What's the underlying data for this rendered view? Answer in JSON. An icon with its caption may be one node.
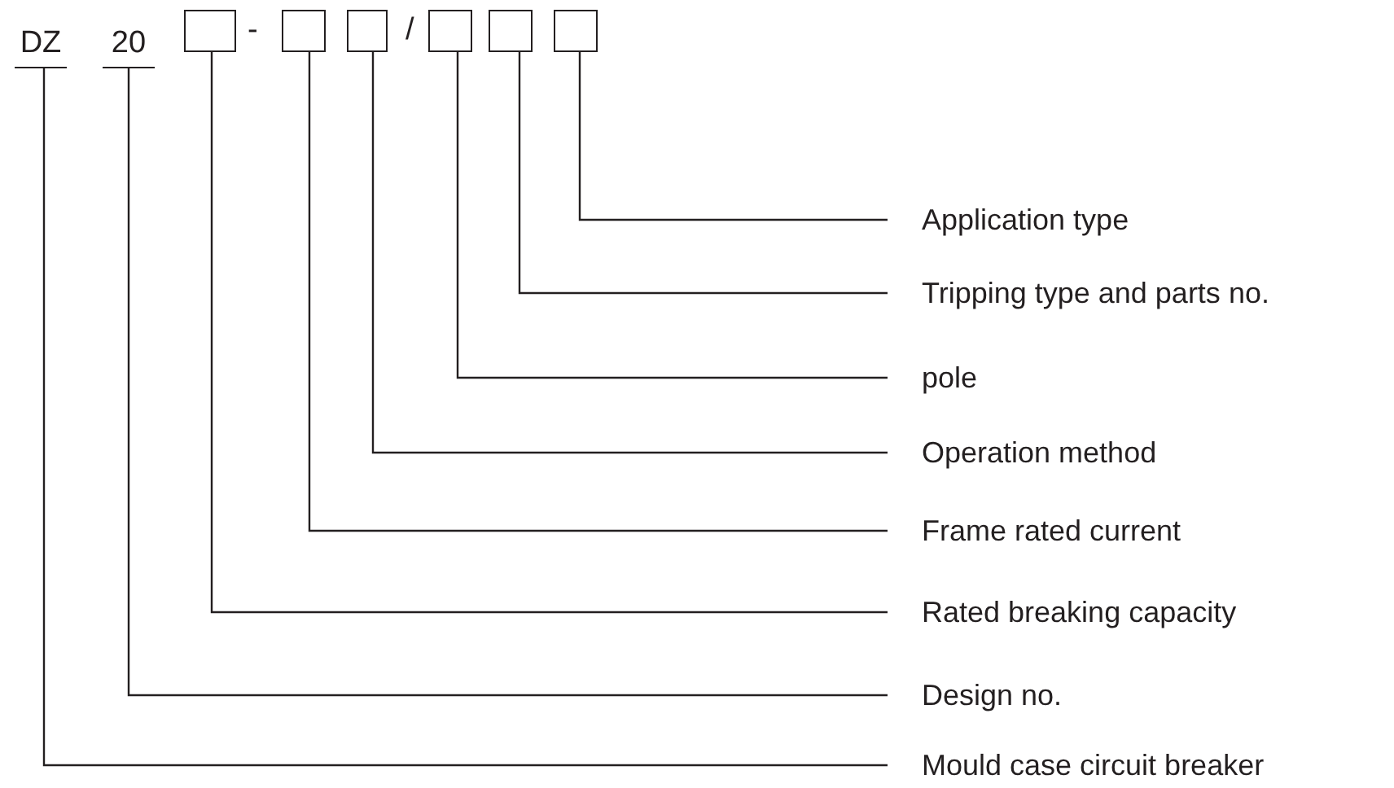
{
  "diagram": {
    "nodes": [
      {
        "text": [
          "DZ"
        ]
      },
      {
        "text": [
          "20"
        ]
      },
      {
        "text": [],
        "shape": "box"
      },
      {
        "text": [],
        "shape": "box"
      },
      {
        "text": [],
        "shape": "box"
      },
      {
        "text": [],
        "shape": "box"
      },
      {
        "text": [],
        "shape": "box"
      },
      {
        "text": [],
        "shape": "box"
      },
      {
        "text": [
          "Application type"
        ]
      },
      {
        "text": [
          "Tripping type and parts no."
        ]
      },
      {
        "text": [
          "pole"
        ]
      },
      {
        "text": [
          "Operation method"
        ]
      },
      {
        "text": [
          "Frame rated current"
        ]
      },
      {
        "text": [
          "Rated breaking capacity"
        ]
      },
      {
        "text": [
          "Design no."
        ]
      },
      {
        "text": [
          "Mould case circuit breaker"
        ]
      }
    ],
    "edges": [
      {
        "from": 8,
        "to": 7,
        "arrow": "none"
      },
      {
        "from": 9,
        "to": 6,
        "arrow": "none"
      },
      {
        "from": 10,
        "to": 5,
        "arrow": "none"
      },
      {
        "from": 11,
        "to": 4,
        "arrow": "none"
      },
      {
        "from": 12,
        "to": 3,
        "arrow": "none"
      },
      {
        "from": 13,
        "to": 2,
        "arrow": "none"
      },
      {
        "from": 14,
        "to": 1,
        "arrow": "none"
      },
      {
        "from": 15,
        "to": 0,
        "arrow": "none"
      }
    ],
    "labels": [
      "-",
      "/"
    ]
  }
}
